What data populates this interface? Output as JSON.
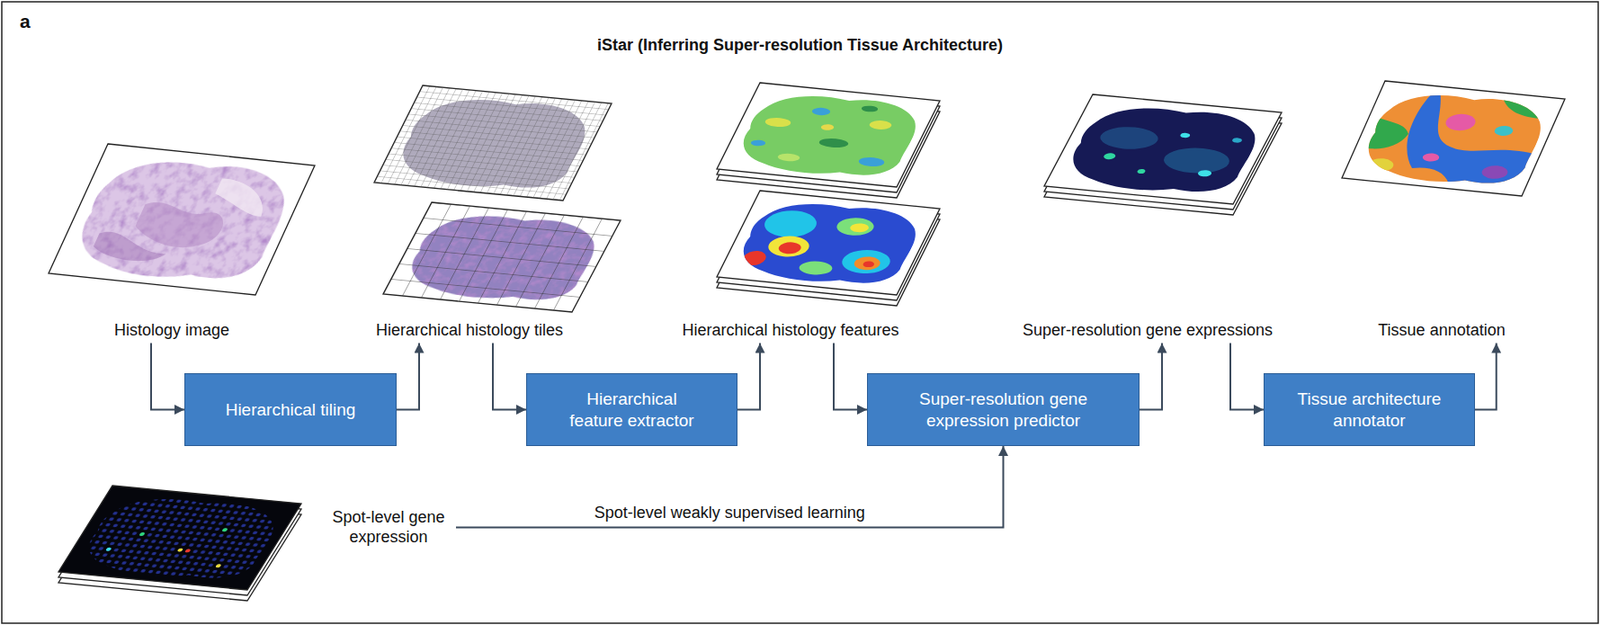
{
  "diagram": {
    "title": "iStar (Inferring Super-resolution Tissue Architecture)",
    "nodes": [
      {
        "text": [
          "Histology image"
        ]
      },
      {
        "text": [
          "Hierarchical histology tiles"
        ]
      },
      {
        "text": [
          "Hierarchical histology features"
        ]
      },
      {
        "text": [
          "Super-resolution gene expressions"
        ]
      },
      {
        "text": [
          "Tissue annotation"
        ]
      },
      {
        "text": [
          "Hierarchical tiling"
        ]
      },
      {
        "text": [
          "Hierarchical feature extractor"
        ]
      },
      {
        "text": [
          "Super-resolution gene expression predictor"
        ]
      },
      {
        "text": [
          "Tissue architecture annotator"
        ]
      },
      {
        "text": [
          "Spot-level gene expression"
        ]
      }
    ],
    "edges": [
      {
        "from": 0,
        "to": 5,
        "arrow": "to"
      },
      {
        "from": 5,
        "to": 1,
        "arrow": "to"
      },
      {
        "from": 1,
        "to": 6,
        "arrow": "to"
      },
      {
        "from": 6,
        "to": 2,
        "arrow": "to"
      },
      {
        "from": 2,
        "to": 7,
        "arrow": "to"
      },
      {
        "from": 7,
        "to": 3,
        "arrow": "to"
      },
      {
        "from": 3,
        "to": 8,
        "arrow": "to"
      },
      {
        "from": 8,
        "to": 4,
        "arrow": "to"
      },
      {
        "from": 9,
        "to": 7,
        "label": "Spot-level weakly supervised learning",
        "arrow": "to"
      }
    ],
    "labels": [
      "a"
    ]
  }
}
